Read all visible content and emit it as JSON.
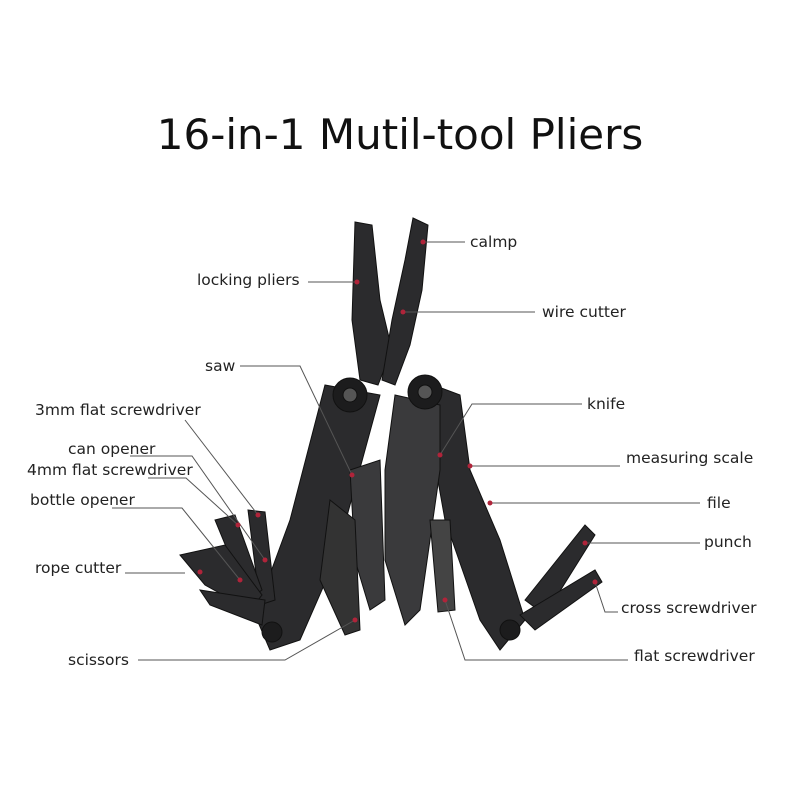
{
  "title": "16-in-1 Mutil-tool Pliers",
  "labels": {
    "calmp": "calmp",
    "locking_pliers": "locking pliers",
    "wire_cutter": "wire cutter",
    "saw": "saw",
    "flat_3mm": "3mm flat screwdriver",
    "can_opener": "can opener",
    "flat_4mm": "4mm flat screwdriver",
    "bottle_opener": "bottle opener",
    "rope_cutter": "rope cutter",
    "scissors": "scissors",
    "knife": "knife",
    "measuring_scale": "measuring scale",
    "file": "file",
    "punch": "punch",
    "cross_screwdriver": "cross screwdriver",
    "flat_screwdriver": "flat screwdriver"
  },
  "colors": {
    "tool": "#2b2b2d",
    "marker": "#b0243a",
    "line": "#555555"
  }
}
